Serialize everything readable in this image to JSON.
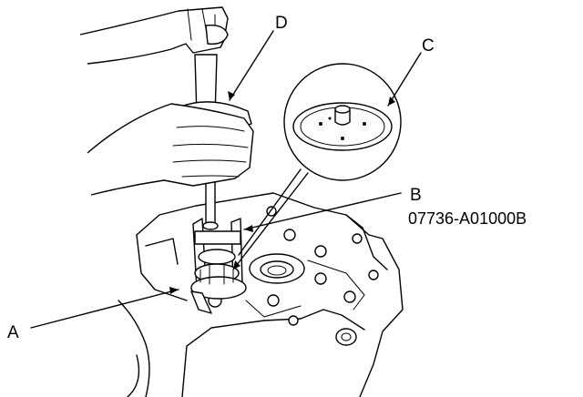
{
  "callouts": {
    "a": "A",
    "b": "B",
    "b_part_number": "07736-A01000B",
    "c": "C",
    "d": "D"
  }
}
